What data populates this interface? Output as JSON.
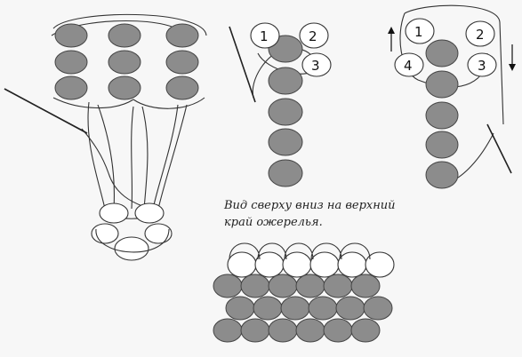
{
  "caption": {
    "line1": "Вид сверху вниз на верхний",
    "line2": "край ожерелья."
  },
  "middle_diagram": {
    "labels": [
      "1",
      "2",
      "3"
    ]
  },
  "right_diagram": {
    "labels": [
      "1",
      "2",
      "4",
      "3"
    ]
  },
  "colors": {
    "bead_dark": "#8c8c8c",
    "bead_light": "#ffffff",
    "thread": "#333333"
  }
}
